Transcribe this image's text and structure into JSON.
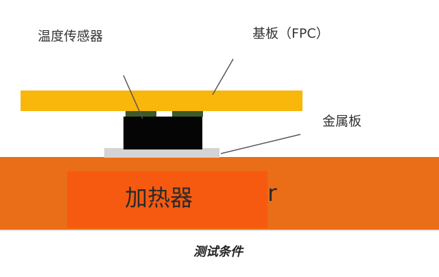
{
  "labels": {
    "sensor": "温度传感器",
    "substrate": "基板（FPC）",
    "metal_plate": "金属板",
    "heater": "加热器",
    "heater_suffix": "r"
  },
  "caption": "测试条件",
  "colors": {
    "substrate": "#f8b70a",
    "heater": "#ea6d17",
    "heater_highlight": "#f55a10",
    "sensor_body": "#050505",
    "sensor_pad": "#3d5a28",
    "metal_plate": "#d4d4d4",
    "leader_line": "#555555"
  }
}
